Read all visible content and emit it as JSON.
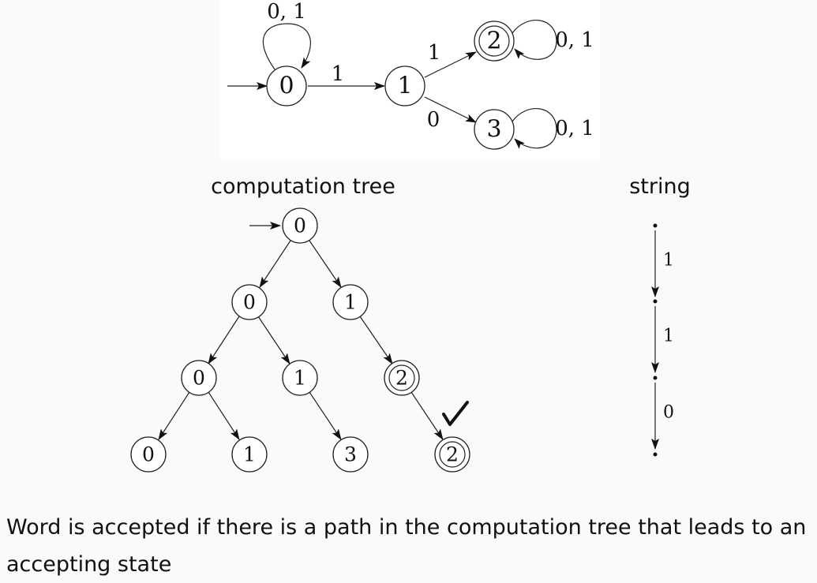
{
  "nfa": {
    "states": [
      {
        "id": "q0",
        "label": "0",
        "accepting": false,
        "initial": true
      },
      {
        "id": "q1",
        "label": "1",
        "accepting": false,
        "initial": false
      },
      {
        "id": "q2",
        "label": "2",
        "accepting": true,
        "initial": false
      },
      {
        "id": "q3",
        "label": "3",
        "accepting": false,
        "initial": false
      }
    ],
    "transitions": [
      {
        "from": "q0",
        "to": "q0",
        "label": "0, 1"
      },
      {
        "from": "q0",
        "to": "q1",
        "label": "1"
      },
      {
        "from": "q1",
        "to": "q2",
        "label": "1"
      },
      {
        "from": "q1",
        "to": "q3",
        "label": "0"
      },
      {
        "from": "q2",
        "to": "q2",
        "label": "0, 1"
      },
      {
        "from": "q3",
        "to": "q3",
        "label": "0, 1"
      }
    ]
  },
  "tree": {
    "heading": "computation tree",
    "nodes": [
      {
        "id": "n0",
        "label": "0",
        "accepting": false
      },
      {
        "id": "n1",
        "label": "0",
        "accepting": false
      },
      {
        "id": "n2",
        "label": "1",
        "accepting": false
      },
      {
        "id": "n3",
        "label": "0",
        "accepting": false
      },
      {
        "id": "n4",
        "label": "1",
        "accepting": false
      },
      {
        "id": "n5",
        "label": "2",
        "accepting": true
      },
      {
        "id": "n6",
        "label": "0",
        "accepting": false
      },
      {
        "id": "n7",
        "label": "1",
        "accepting": false
      },
      {
        "id": "n8",
        "label": "3",
        "accepting": false
      },
      {
        "id": "n9",
        "label": "2",
        "accepting": true
      }
    ],
    "edges": [
      {
        "from": "n0",
        "to": "n1"
      },
      {
        "from": "n0",
        "to": "n2"
      },
      {
        "from": "n1",
        "to": "n3"
      },
      {
        "from": "n1",
        "to": "n4"
      },
      {
        "from": "n2",
        "to": "n5"
      },
      {
        "from": "n3",
        "to": "n6"
      },
      {
        "from": "n3",
        "to": "n7"
      },
      {
        "from": "n4",
        "to": "n8"
      },
      {
        "from": "n5",
        "to": "n9"
      }
    ],
    "accepted_leaf": "n9"
  },
  "string": {
    "heading": "string",
    "symbols": [
      "1",
      "1",
      "0"
    ]
  },
  "caption": "Word is accepted if there is a path in the computation tree that leads to an accepting state"
}
